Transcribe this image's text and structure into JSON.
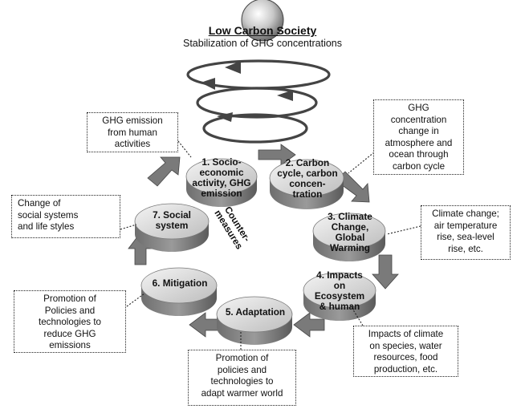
{
  "title": {
    "main": "Low Carbon Society",
    "sub": "Stabilization of GHG concentrations"
  },
  "nodes": [
    {
      "id": "socio",
      "lines": [
        "1. Socio-",
        "economic",
        "activity, GHG",
        "emission"
      ]
    },
    {
      "id": "carbon",
      "lines": [
        "2. Carbon",
        "cycle, carbon",
        "concen-",
        "tration"
      ]
    },
    {
      "id": "climate",
      "lines": [
        "3. Climate",
        "Change,",
        "Global",
        "Warming"
      ]
    },
    {
      "id": "impacts",
      "lines": [
        "4. Impacts",
        "on",
        "Ecosystem",
        "& human"
      ]
    },
    {
      "id": "adaptation",
      "lines": [
        "5. Adaptation"
      ]
    },
    {
      "id": "mitigation",
      "lines": [
        "6. Mitigation"
      ]
    },
    {
      "id": "social",
      "lines": [
        "7. Social",
        "system"
      ]
    }
  ],
  "center_label": [
    "Counter-",
    "measures"
  ],
  "callouts": [
    {
      "id": "ghg-emission",
      "lines": [
        "GHG emission",
        "from human",
        "activities"
      ]
    },
    {
      "id": "concentration-change",
      "lines": [
        "GHG",
        "concentration",
        "change in",
        "atmosphere and",
        "ocean through",
        "carbon cycle"
      ]
    },
    {
      "id": "social-change",
      "lines": [
        "Change of",
        "social systems",
        "and life styles"
      ]
    },
    {
      "id": "climate-change",
      "lines": [
        "Climate change;",
        "air temperature",
        "rise, sea-level",
        "rise, etc."
      ]
    },
    {
      "id": "promotion-mitigation",
      "lines": [
        "Promotion of",
        "Policies and",
        "technologies to",
        "reduce GHG",
        "emissions"
      ]
    },
    {
      "id": "impacts-climate",
      "lines": [
        "Impacts of climate",
        "on species, water",
        "resources, food",
        "production, etc."
      ]
    },
    {
      "id": "promotion-adaptation",
      "lines": [
        "Promotion of",
        "policies and",
        "technologies to",
        "adapt warmer world"
      ]
    }
  ]
}
